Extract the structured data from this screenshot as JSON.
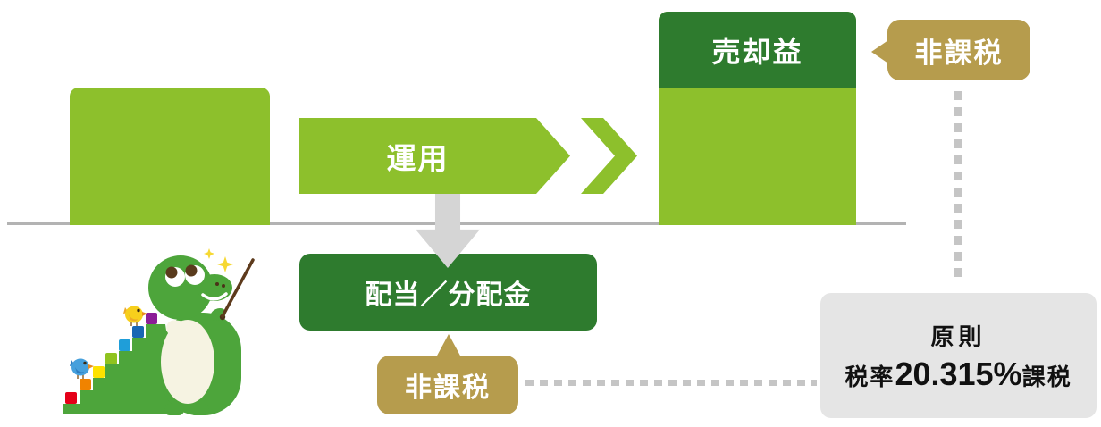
{
  "colors": {
    "light_green": "#8dc02c",
    "dark_green": "#2e7b2e",
    "badge_gold": "#b69c4d",
    "arrow_gray": "#d5d5d5",
    "note_gray": "#e5e5e5",
    "line_gray": "#b3b3b3"
  },
  "diagram": {
    "flow_arrow": {
      "label": "運用"
    },
    "gain_block": {
      "label": "売却益"
    },
    "tax_free_top": {
      "label": "非課税"
    },
    "dividend_box": {
      "label": "配当／分配金"
    },
    "tax_free_bottom": {
      "label": "非課税"
    },
    "tax_note": {
      "line1": "原則",
      "prefix": "税率",
      "rate": "20.315%",
      "suffix": "課税"
    }
  }
}
